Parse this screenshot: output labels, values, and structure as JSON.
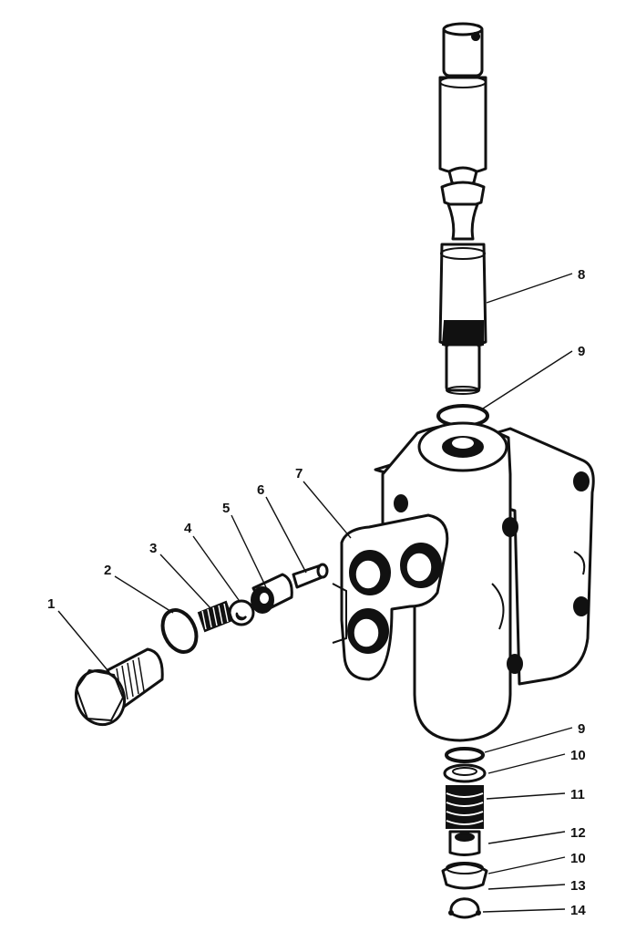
{
  "callouts": [
    {
      "id": "c1",
      "label": "1"
    },
    {
      "id": "c2",
      "label": "2"
    },
    {
      "id": "c3",
      "label": "3"
    },
    {
      "id": "c4",
      "label": "4"
    },
    {
      "id": "c5",
      "label": "5"
    },
    {
      "id": "c6",
      "label": "6"
    },
    {
      "id": "c7",
      "label": "7"
    },
    {
      "id": "c8",
      "label": "8"
    },
    {
      "id": "c9a",
      "label": "9"
    },
    {
      "id": "c9b",
      "label": "9"
    },
    {
      "id": "c10a",
      "label": "10"
    },
    {
      "id": "c11",
      "label": "11"
    },
    {
      "id": "c12",
      "label": "12"
    },
    {
      "id": "c10b",
      "label": "10"
    },
    {
      "id": "c13",
      "label": "13"
    },
    {
      "id": "c14",
      "label": "14"
    }
  ]
}
